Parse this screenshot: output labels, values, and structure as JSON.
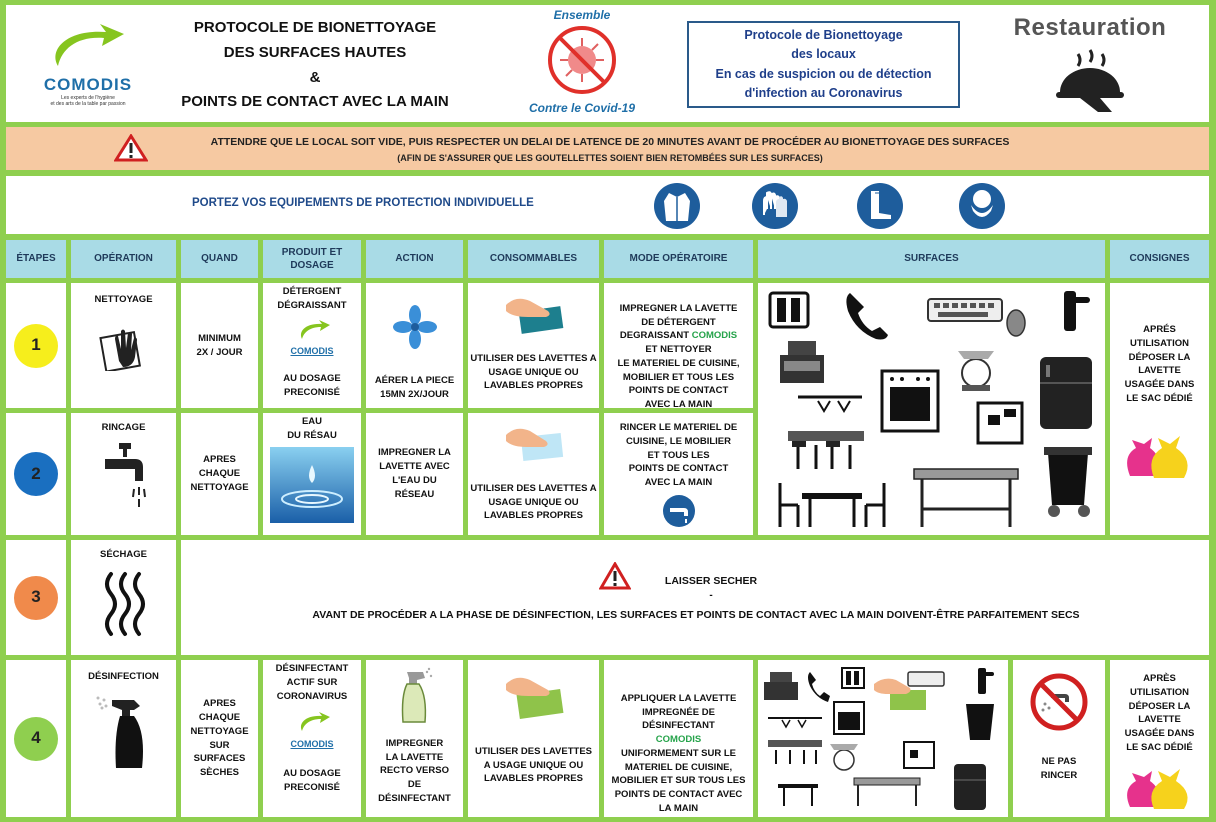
{
  "header": {
    "brand_name": "COMODIS",
    "brand_tagline_1": "Les experts de l'hygiène",
    "brand_tagline_2": "et des arts de la table par passion",
    "title_lines": [
      "PROTOCOLE DE BIONETTOYAGE",
      "DES SURFACES HAUTES",
      "&",
      "POINTS DE CONTACT AVEC LA MAIN"
    ],
    "covid_top": "Ensemble",
    "covid_bottom": "Contre le Covid-19",
    "protocol_box_lines": [
      "Protocole de Bionettoyage",
      "des locaux",
      "En cas de suspicion ou de détection",
      "d'infection au Coronavirus"
    ],
    "sector": "Restauration"
  },
  "warning": {
    "line1": "ATTENDRE QUE LE LOCAL SOIT VIDE, PUIS RESPECTER UN DELAI DE LATENCE DE 20 MINUTES  AVANT DE PROCÉDER AU BIONETTOYAGE DES SURFACES",
    "line2": "(AFIN DE S'ASSURER QUE LES GOUTELLETTES SOIENT BIEN RETOMBÉES SUR LES SURFACES)"
  },
  "ppe": {
    "text": "PORTEZ VOS EQUIPEMENTS DE PROTECTION INDIVIDUELLE",
    "icons": [
      "coat-icon",
      "gloves-icon",
      "boots-icon",
      "mask-icon"
    ]
  },
  "columns": [
    "ÉTAPES",
    "OPÉRATION",
    "QUAND",
    "PRODUIT ET DOSAGE",
    "ACTION",
    "CONSOMMABLES",
    "MODE OPÉRATOIRE",
    "SURFACES",
    "CONSIGNES"
  ],
  "steps": [
    {
      "number": "1",
      "color": "#f6ee1c",
      "operation": "NETTOYAGE",
      "quand": "MINIMUM\n2X / JOUR",
      "produit_top": "DÉTERGENT\nDÉGRAISSANT",
      "produit_logo": "COMODIS",
      "produit_bottom": "AU DOSAGE\nPRECONISÉ",
      "action": "AÉRER LA PIECE\n15MN 2X/JOUR",
      "consommables": "UTILISER DES LAVETTES A\nUSAGE UNIQUE OU\nLAVABLES PROPRES",
      "mode_a": "IMPREGNER LA LAVETTE\nDE DÉTERGENT\nDEGRAISSANT ",
      "mode_b": "COMODIS",
      "mode_c": "\nET NETTOYER\nLE MATERIEL DE CUISINE,\nMOBILIER ET TOUS LES\nPOINTS DE CONTACT\nAVEC LA MAIN"
    },
    {
      "number": "2",
      "color": "#1a6fc0",
      "operation": "RINCAGE",
      "quand": "APRES\nCHAQUE\nNETTOYAGE",
      "produit_top": "EAU\nDU RÉSAU",
      "action": "IMPREGNER LA\nLAVETTE AVEC\nL'EAU DU\nRÉSEAU",
      "consommables": "UTILISER DES LAVETTES A\nUSAGE UNIQUE OU\nLAVABLES PROPRES",
      "mode": "RINCER LE MATERIEL DE\nCUISINE,   LE MOBILIER\nET TOUS LES\nPOINTS DE CONTACT\nAVEC LA MAIN"
    },
    {
      "number": "3",
      "color": "#f08a4b",
      "operation": "SÉCHAGE",
      "message_title": "LAISSER SECHER",
      "message_sep": "-",
      "message_body": "AVANT DE PROCÉDER A LA PHASE DE DÉSINFECTION, LES SURFACES ET POINTS DE CONTACT AVEC LA MAIN DOIVENT-ÊTRE PARFAITEMENT SECS"
    },
    {
      "number": "4",
      "color": "#8fcf4f",
      "operation": "DÉSINFECTION",
      "quand": "APRES\nCHAQUE\nNETTOYAGE\nSUR\nSURFACES\nSÈCHES",
      "produit_top": "DÉSINFECTANT\nACTIF SUR\nCORONAVIRUS",
      "produit_logo": "COMODIS",
      "produit_bottom": "AU DOSAGE\nPRECONISÉ",
      "action": "IMPREGNER\nLA LAVETTE\nRECTO VERSO\nDE\nDÉSINFECTANT",
      "consommables": "UTILISER DES LAVETTES\nA USAGE UNIQUE OU\nLAVABLES PROPRES",
      "mode_a": "APPLIQUER LA LAVETTE\nIMPREGNÉE DE\nDÉSINFECTANT\n",
      "mode_b": "COMODIS",
      "mode_c": "\nUNIFORMEMENT SUR LE\nMATERIEL DE CUISINE,\nMOBILIER ET SUR TOUS LES\nPOINTS DE CONTACT AVEC\nLA MAIN",
      "no_rinse": "NE PAS\nRINCER"
    }
  ],
  "consignes": "APRÉS\nUTILISATION\nDÉPOSER LA\nLAVETTE\nUSAGÉE DANS\nLE SAC DÉDIÉ",
  "consignes_4": "APRÈS\nUTILISATION\nDÉPOSER LA\nLAVETTE\nUSAGÉE DANS\nLE SAC DÉDIÉ",
  "surfaces_icons": [
    "light-switch-icon",
    "telephone-icon",
    "keyboard-icon",
    "mouse-icon",
    "door-handle-icon",
    "cash-register-icon",
    "scale-icon",
    "refrigerator-icon",
    "oven-icon",
    "wine-glasses-icon",
    "coffee-machine-icon",
    "bar-counter-icon",
    "trash-bin-icon",
    "dining-table-icon",
    "kitchen-table-icon"
  ],
  "colors": {
    "frame": "#8fcf4f",
    "header_cell": "#a9dbe6",
    "warning_band": "#f6c9a2",
    "ppe_blue": "#1e5d9c",
    "comodis_green": "#25a34a"
  }
}
